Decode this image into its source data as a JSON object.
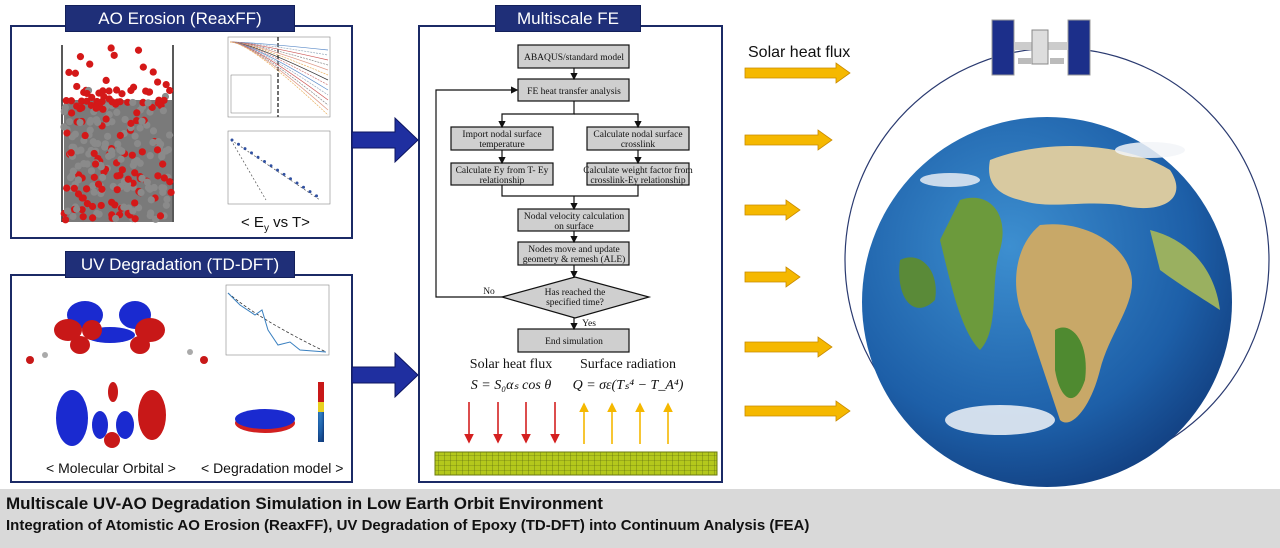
{
  "panels": {
    "ao": {
      "title": "AO Erosion (ReaxFF)",
      "caption_prefix": "< E",
      "caption_sub": "y",
      "caption_suffix": " vs T>"
    },
    "uv": {
      "title": "UV Degradation (TD-DFT)",
      "caption_left": "< Molecular Orbital >",
      "caption_right": "< Degradation model >"
    },
    "fe": {
      "title": "Multiscale FE"
    }
  },
  "flowchart": {
    "abaqus": "ABAQUS/standard model",
    "fe_heat": "FE heat transfer analysis",
    "import_l1": "Import nodal surface",
    "import_l2": "temperature",
    "crosslink_l1": "Calculate nodal surface",
    "crosslink_l2": "crosslink",
    "ey_l1": "Calculate Ey from T- Ey",
    "ey_l2": "relationship",
    "weight_l1": "Calculate weight factor from",
    "weight_l2": "crosslink-Ey relationship",
    "velocity_l1": "Nodal velocity calculation",
    "velocity_l2": "on surface",
    "nodes_l1": "Nodes move and update",
    "nodes_l2": "geometry & remesh (ALE)",
    "decision_l1": "Has reached the",
    "decision_l2": "specified time?",
    "no": "No",
    "yes": "Yes",
    "end": "End simulation"
  },
  "boundary": {
    "solar_label": "Solar heat flux",
    "solar_formula": "S = S₀αₛ cos θ",
    "radiation_label": "Surface radiation",
    "radiation_formula": "Q = σε(Tₛ⁴ − T_A⁴)"
  },
  "earth": {
    "solar_label": "Solar heat flux"
  },
  "footer": {
    "title": "Multiscale UV-AO Degradation Simulation in Low Earth Orbit Environment",
    "subtitle": "Integration of Atomistic AO Erosion (ReaxFF), UV Degradation of Epoxy (TD-DFT) into Continuum Analysis (FEA)"
  },
  "colors": {
    "navy": "#1f2f78",
    "arrow_blue": "#1f2fa0",
    "yellow": "#f5b800",
    "red": "#d42020",
    "mesh": "#b4c81c"
  }
}
